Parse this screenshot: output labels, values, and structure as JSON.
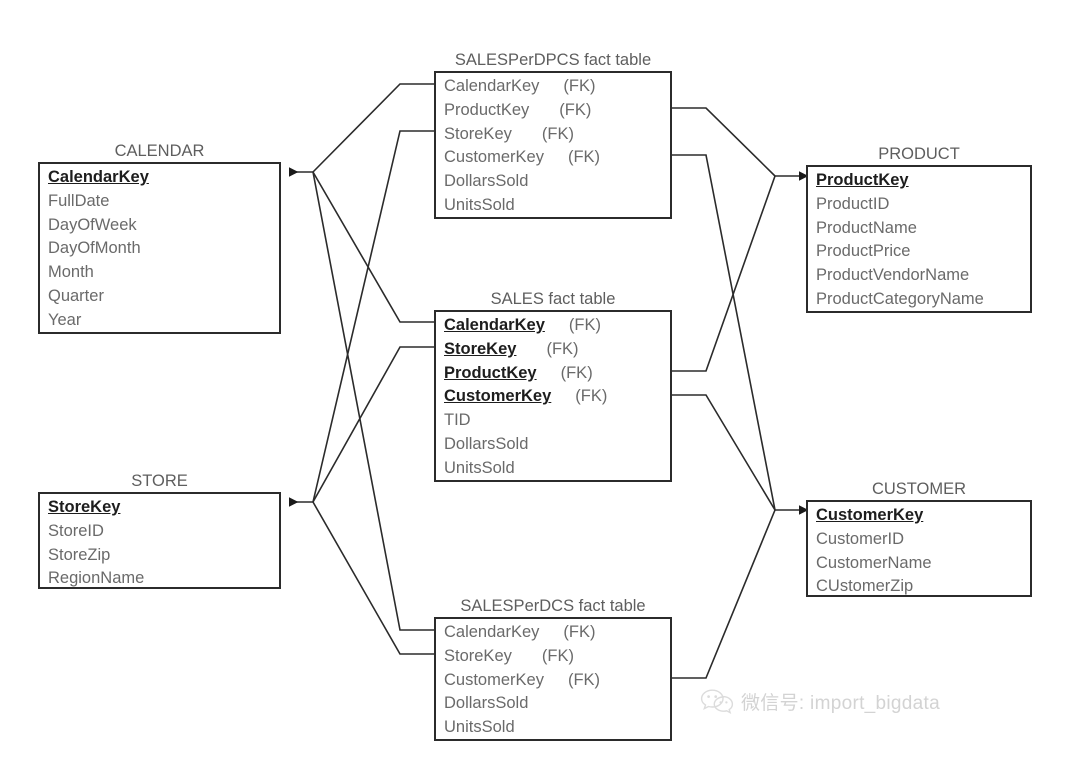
{
  "diagram": {
    "title": "Data warehouse star schema with fact and dimension tables",
    "line_color": "#2b2b2b",
    "text_color": "#6a6a6a",
    "key_color": "#1d1d1d",
    "background": "#ffffff"
  },
  "entities": {
    "calendar": {
      "title": "CALENDAR",
      "attributes": [
        {
          "name": "CalendarKey",
          "key": true,
          "fk": ""
        },
        {
          "name": "FullDate",
          "key": false,
          "fk": ""
        },
        {
          "name": "DayOfWeek",
          "key": false,
          "fk": ""
        },
        {
          "name": "DayOfMonth",
          "key": false,
          "fk": ""
        },
        {
          "name": "Month",
          "key": false,
          "fk": ""
        },
        {
          "name": "Quarter",
          "key": false,
          "fk": ""
        },
        {
          "name": "Year",
          "key": false,
          "fk": ""
        }
      ]
    },
    "store": {
      "title": "STORE",
      "attributes": [
        {
          "name": "StoreKey",
          "key": true,
          "fk": ""
        },
        {
          "name": "StoreID",
          "key": false,
          "fk": ""
        },
        {
          "name": "StoreZip",
          "key": false,
          "fk": ""
        },
        {
          "name": "RegionName",
          "key": false,
          "fk": ""
        }
      ]
    },
    "product": {
      "title": "PRODUCT",
      "attributes": [
        {
          "name": "ProductKey",
          "key": true,
          "fk": ""
        },
        {
          "name": "ProductID",
          "key": false,
          "fk": ""
        },
        {
          "name": "ProductName",
          "key": false,
          "fk": ""
        },
        {
          "name": "ProductPrice",
          "key": false,
          "fk": ""
        },
        {
          "name": "ProductVendorName",
          "key": false,
          "fk": ""
        },
        {
          "name": "ProductCategoryName",
          "key": false,
          "fk": ""
        }
      ]
    },
    "customer": {
      "title": "CUSTOMER",
      "attributes": [
        {
          "name": "CustomerKey",
          "key": true,
          "fk": ""
        },
        {
          "name": "CustomerID",
          "key": false,
          "fk": ""
        },
        {
          "name": "CustomerName",
          "key": false,
          "fk": ""
        },
        {
          "name": "CUstomerZip",
          "key": false,
          "fk": ""
        }
      ]
    },
    "salesperdpcs": {
      "title": "SALESPerDPCS fact table",
      "attributes": [
        {
          "name": "CalendarKey",
          "key": false,
          "fk": "(FK)"
        },
        {
          "name": "ProductKey",
          "key": false,
          "fk": "(FK)"
        },
        {
          "name": "StoreKey",
          "key": false,
          "fk": "(FK)"
        },
        {
          "name": "CustomerKey",
          "key": false,
          "fk": "(FK)"
        },
        {
          "name": "DollarsSold",
          "key": false,
          "fk": ""
        },
        {
          "name": "UnitsSold",
          "key": false,
          "fk": ""
        }
      ]
    },
    "sales": {
      "title": "SALES fact table",
      "attributes": [
        {
          "name": "CalendarKey",
          "key": true,
          "fk": "(FK)"
        },
        {
          "name": "StoreKey",
          "key": true,
          "fk": "(FK)"
        },
        {
          "name": "ProductKey",
          "key": true,
          "fk": "(FK)"
        },
        {
          "name": "CustomerKey",
          "key": true,
          "fk": "(FK)"
        },
        {
          "name": "TID",
          "key": false,
          "fk": ""
        },
        {
          "name": "DollarsSold",
          "key": false,
          "fk": ""
        },
        {
          "name": "UnitsSold",
          "key": false,
          "fk": ""
        }
      ]
    },
    "salesperdcs": {
      "title": "SALESPerDCS fact table",
      "attributes": [
        {
          "name": "CalendarKey",
          "key": false,
          "fk": "(FK)"
        },
        {
          "name": "StoreKey",
          "key": false,
          "fk": "(FK)"
        },
        {
          "name": "CustomerKey",
          "key": false,
          "fk": "(FK)"
        },
        {
          "name": "DollarsSold",
          "key": false,
          "fk": ""
        },
        {
          "name": "UnitsSold",
          "key": false,
          "fk": ""
        }
      ]
    }
  },
  "watermark": {
    "icon": "wechat-icon",
    "text": "微信号: import_bigdata"
  }
}
